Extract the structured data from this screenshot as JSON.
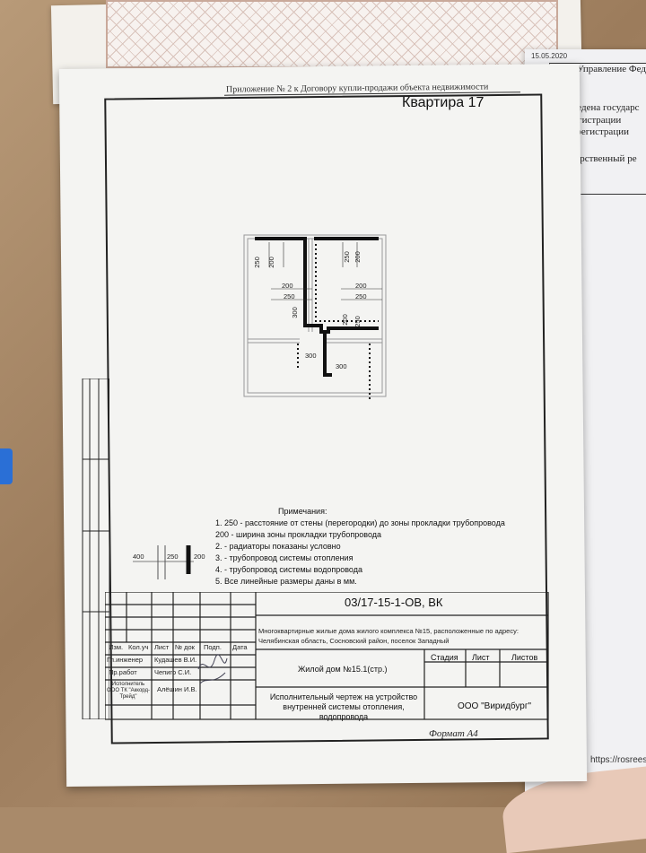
{
  "back_page": {},
  "right_page": {
    "date": "15.05.2020",
    "lines": [
      "Управление Федер",
      "Произведена государс",
      "Дата регистрации",
      "Номер регистрации",
      "Государственный ре"
    ],
    "url": "https://rosreest"
  },
  "header": {
    "appendix": "Приложение № 2 к Договору купли-продажи объекта недвижимости",
    "apartment": "Квартира 17"
  },
  "plan": {
    "dims": {
      "d250": "250",
      "d200": "200",
      "d300": "300"
    }
  },
  "notes": {
    "title": "Примечания:",
    "items": [
      "1.  250 - расстояние от стены (перегородки) до зоны прокладки трубопровода",
      "     200 - ширина зоны прокладки трубопровода",
      "2.     - радиаторы показаны условно",
      "3.         - трубопровод системы отопления",
      "4.         - трубопровод системы водопровода",
      "5. Все линейные размеры даны в мм."
    ]
  },
  "legend": {
    "a": "400",
    "b": "250",
    "c": "200"
  },
  "title_block": {
    "code": "03/17-15-1-ОВ, ВК",
    "address_line1": "Многоквартирные жилые дома жилого комплекса №15, расположенные по адресу:",
    "address_line2": "Челябинская область, Сосновский район, поселок Западный",
    "house": "Жилой дом  №15.1(стр.)",
    "stage": "Стадия",
    "sheet": "Лист",
    "sheets": "Листов",
    "desc": "Исполнительный чертеж на устройство внутренней системы отопления, водопровода",
    "org": "ООО \"Виридбург\"",
    "format": "Формат  А4",
    "cols": [
      "Изм.",
      "Кол.уч",
      "Лист",
      "№ док",
      "Подп.",
      "Дата"
    ],
    "rows": [
      {
        "role": "Гл.инженер",
        "name": "Кудашев В.И."
      },
      {
        "role": "Пр.работ",
        "name": "Чепиго С.И."
      },
      {
        "role": "Исполнитель ООО ТК \"Аккорд-Трейд\"",
        "name": "Алёшин И.В."
      }
    ]
  }
}
